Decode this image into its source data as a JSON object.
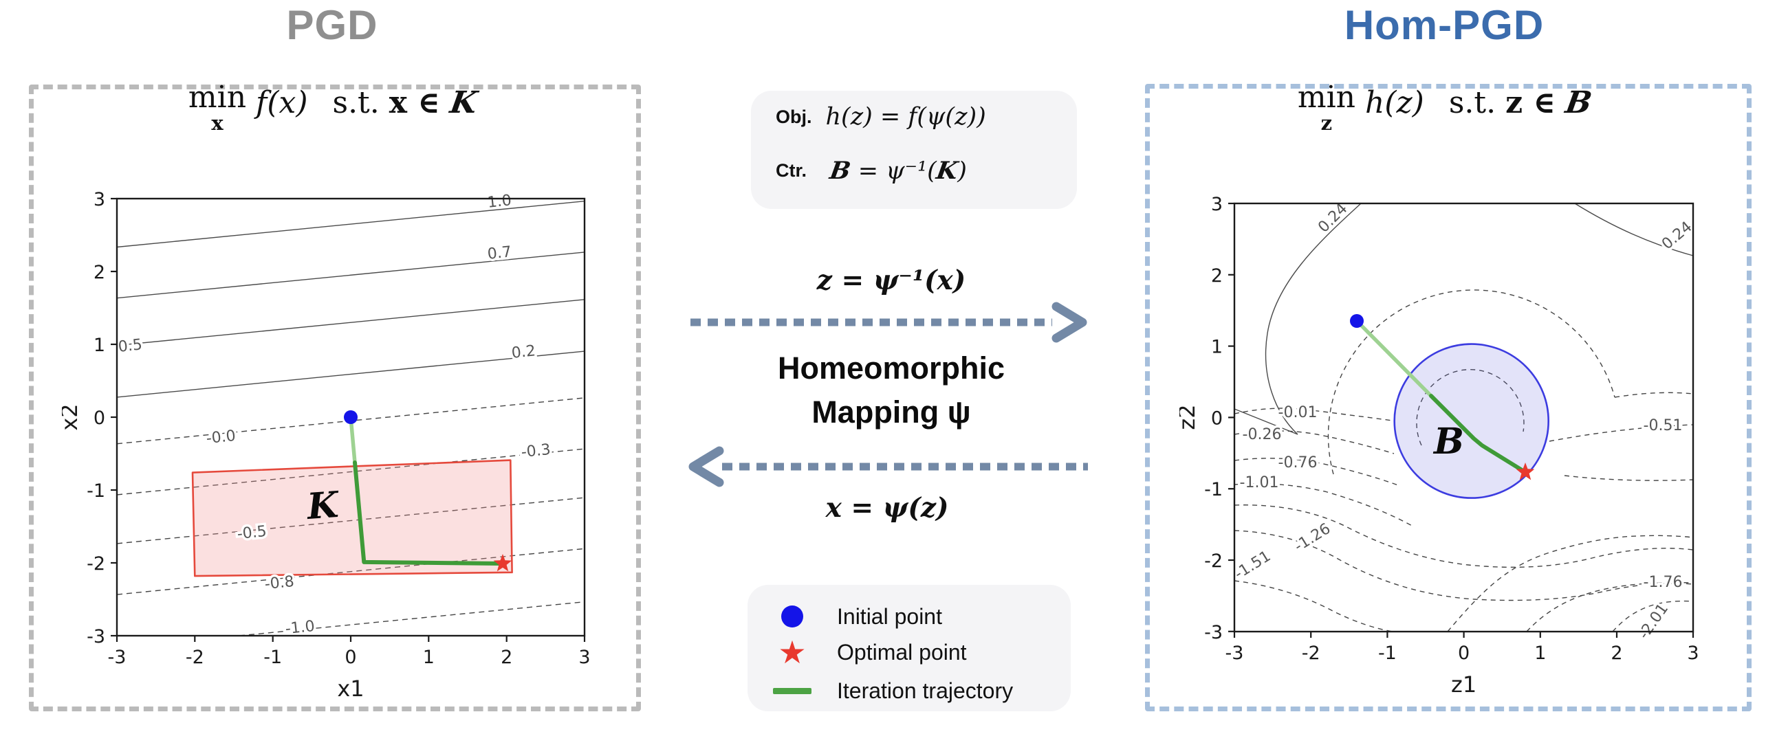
{
  "left_panel": {
    "title": "PGD",
    "equation": {
      "min": "min",
      "sub": "x",
      "body": "f(x)",
      "st": "s.t.",
      "cons_pre": "x ∈",
      "set": "K"
    }
  },
  "right_panel": {
    "title": "Hom-PGD",
    "equation": {
      "min": "min",
      "sub": "z",
      "body": "h(z)",
      "st": "s.t.",
      "cons_pre": "z ∈",
      "set": "B"
    }
  },
  "middle": {
    "transform_box": {
      "obj_label": "Obj.",
      "obj_eq": "h(z) = f(ψ(z))",
      "ctr_label": "Ctr.",
      "ctr_set": "B",
      "ctr_mid": " = ψ⁻¹(",
      "ctr_set2": "K",
      "ctr_close": ")"
    },
    "map_right_label": "z = ψ⁻¹(x)",
    "mapping_title_line1": "Homeomorphic",
    "mapping_title_line2": "Mapping ψ",
    "map_left_label": "x = ψ(z)",
    "legend": {
      "initial": "Initial point",
      "optimal": "Optimal point",
      "trajectory": "Iteration trajectory"
    }
  },
  "colors": {
    "initial_point": "#1414e8",
    "optimal_point": "#e8392e",
    "trajectory": "#3f9b38",
    "trajectory_light": "#9ed292",
    "region_K_stroke": "#e5493c",
    "ball_B_stroke": "#3c3ce0",
    "arrow": "#7389a6",
    "panel_left_border": "#bababa",
    "panel_right_border": "#a6bfdc",
    "title_left": "#8f8f8f",
    "title_right": "#3b6cad"
  },
  "chart_data": [
    {
      "type": "contour",
      "title": "PGD",
      "xlabel": "x1",
      "ylabel": "x2",
      "xlim": [
        -3,
        3
      ],
      "ylim": [
        -3,
        3
      ],
      "grid": false,
      "xticks": [
        "-3",
        "-2",
        "-1",
        "0",
        "1",
        "2",
        "3"
      ],
      "yticks": [
        "3",
        "2",
        "1",
        "0",
        "-1",
        "-2",
        "-3"
      ],
      "contour_labels": [
        "1.0",
        "0.7",
        "0.5",
        "0.2",
        "-0.0",
        "-0.3",
        "-0.5",
        "-0.8",
        "-1.0"
      ],
      "solid_levels": [
        1.0,
        0.7,
        0.5,
        0.2
      ],
      "dashed_levels": [
        -0.0,
        -0.3,
        -0.5,
        -0.8,
        -1.0
      ],
      "region": {
        "name": "K",
        "shape": "rectangle",
        "x_range": [
          -2,
          2
        ],
        "y_range": [
          -2,
          -0.5
        ]
      },
      "initial_point": [
        0,
        0
      ],
      "optimal_point": [
        2,
        -2
      ],
      "trajectory": [
        [
          0,
          0
        ],
        [
          0.2,
          -2
        ],
        [
          2,
          -2
        ]
      ]
    },
    {
      "type": "contour",
      "title": "Hom-PGD",
      "xlabel": "z1",
      "ylabel": "z2",
      "xlim": [
        -3,
        3
      ],
      "ylim": [
        -3,
        3
      ],
      "grid": false,
      "xticks": [
        "-3",
        "-2",
        "-1",
        "0",
        "1",
        "2",
        "3"
      ],
      "yticks": [
        "3",
        "2",
        "1",
        "0",
        "-1",
        "-2",
        "-3"
      ],
      "contour_labels": [
        "0.24",
        "0.24",
        "-0.01",
        "-0.26",
        "-0.51",
        "-0.76",
        "-1.01",
        "-1.26",
        "-1.51",
        "-1.76",
        "-2.01"
      ],
      "region": {
        "name": "B",
        "shape": "circle",
        "center": [
          0,
          0
        ],
        "radius": 1
      },
      "initial_point": [
        -1.4,
        1.4
      ],
      "optimal_point": [
        0.7,
        -0.7
      ],
      "trajectory": [
        [
          -1.4,
          1.4
        ],
        [
          0.1,
          -0.25
        ],
        [
          0.7,
          -0.7
        ]
      ]
    }
  ]
}
